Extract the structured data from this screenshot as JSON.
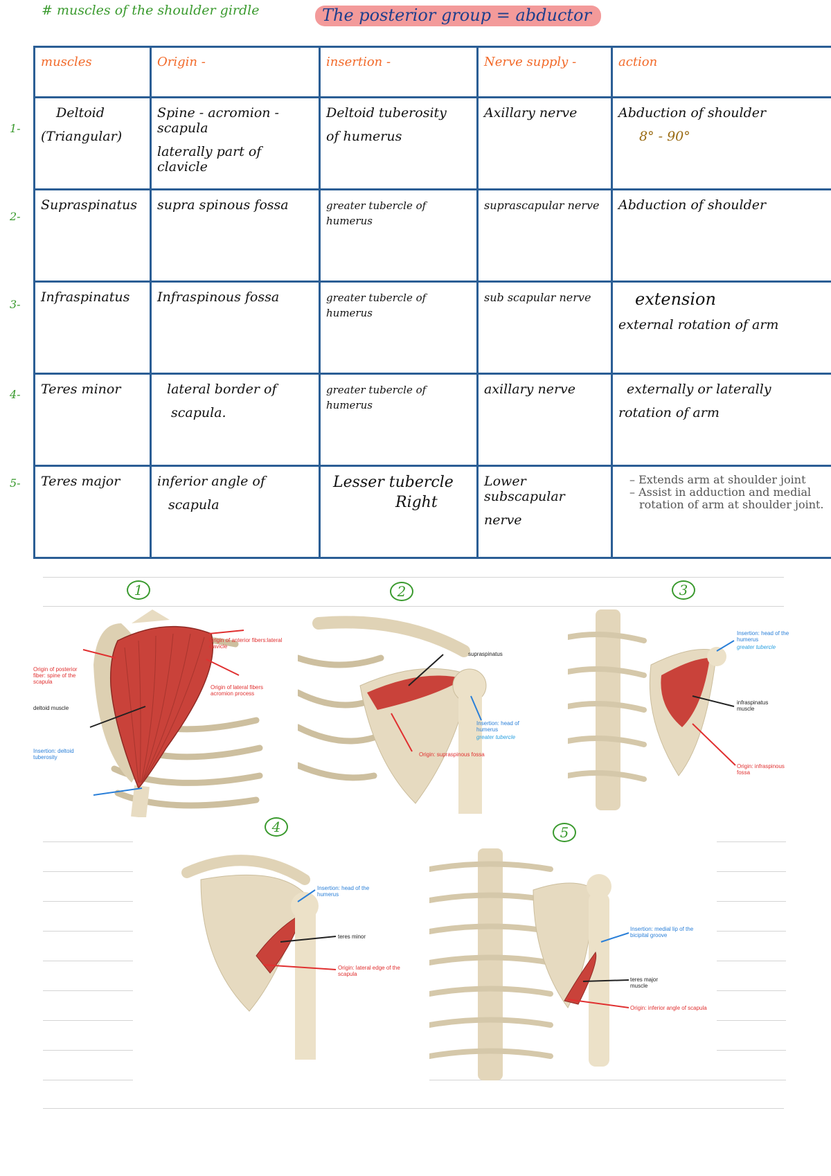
{
  "header": {
    "title_left": "# muscles of the shoulder girdle",
    "title_right": "The posterior group = abductor"
  },
  "table": {
    "headers": [
      "muscles",
      "Origin -",
      "insertion -",
      "Nerve supply -",
      "action"
    ],
    "rows": [
      {
        "num": "1-",
        "muscle": "Deltoid",
        "muscle2": "(Triangular)",
        "origin": "Spine - acromion - scapula",
        "origin2": "laterally part of clavicle",
        "insertion": "Deltoid tuberosity",
        "insertion2": "of humerus",
        "nerve": "Axillary nerve",
        "nerve2": "",
        "action": "Abduction of shoulder",
        "action2": "8° - 90°"
      },
      {
        "num": "2-",
        "muscle": "Supraspinatus",
        "muscle2": "",
        "origin": "supra spinous fossa",
        "origin2": "",
        "insertion": "greater tubercle of humerus",
        "insertion2": "",
        "nerve": "suprascapular nerve",
        "nerve2": "",
        "action": "Abduction of shoulder",
        "action2": ""
      },
      {
        "num": "3-",
        "muscle": "Infraspinatus",
        "muscle2": "",
        "origin": "Infraspinous fossa",
        "origin2": "",
        "insertion": "greater tubercle of humerus",
        "insertion2": "",
        "nerve": "sub scapular nerve",
        "nerve2": "",
        "action": "extension",
        "action2": "external rotation of arm"
      },
      {
        "num": "4-",
        "muscle": "Teres minor",
        "muscle2": "",
        "origin": "lateral border of",
        "origin2": "scapula.",
        "insertion": "greater tubercle of humerus",
        "insertion2": "",
        "nerve": "axillary nerve",
        "nerve2": "",
        "action": "externally or laterally",
        "action2": "rotation of arm"
      },
      {
        "num": "5-",
        "muscle": "Teres major",
        "muscle2": "",
        "origin": "inferior angle of",
        "origin2": "scapula",
        "insertion": "Lesser tubercle",
        "insertion2": "Right",
        "nerve": "Lower subscapular",
        "nerve2": "nerve",
        "action": "",
        "action2": "",
        "action_printed": [
          "– Extends arm at shoulder joint",
          "– Assist in adduction and medial rotation of arm at shoulder joint."
        ]
      }
    ]
  },
  "figures": {
    "fig1": {
      "num": "1",
      "labels": {
        "ant": "Origin of anterior fibers:lateral clavicle",
        "post": "Origin of posterior fiber: spine of the scapula",
        "lat": "Origin of lateral fibers acromion process",
        "muscle": "deltoid muscle",
        "ins": "Insertion: deltoid tuberosity"
      }
    },
    "fig2": {
      "num": "2",
      "labels": {
        "muscle": "supraspinatus",
        "ins": "Insertion: head of humerus",
        "ins_note": "greater tubercle",
        "orig": "Origin: supraspinous fossa"
      }
    },
    "fig3": {
      "num": "3",
      "labels": {
        "ins": "Insertion: head of the humerus",
        "ins_note": "greater tubercle",
        "muscle": "infraspinatus muscle",
        "orig": "Origin: infraspinous fossa"
      }
    },
    "fig4": {
      "num": "4",
      "labels": {
        "ins": "Insertion: head of the humerus",
        "muscle": "teres minor",
        "orig": "Origin: lateral edge of the scapula"
      }
    },
    "fig5": {
      "num": "5",
      "labels": {
        "ins": "Insertion: medial lip of the bicipital groove",
        "muscle": "teres major muscle",
        "orig": "Origin: inferior angle of scapula"
      }
    }
  },
  "colors": {
    "table_border": "#2b5e95",
    "header_text": "#f26a2a",
    "muscle_name": "#f5b400",
    "green_ink": "#3a9a2e",
    "muscle_red": "#c9423a",
    "bone": "#e8dcc2"
  }
}
